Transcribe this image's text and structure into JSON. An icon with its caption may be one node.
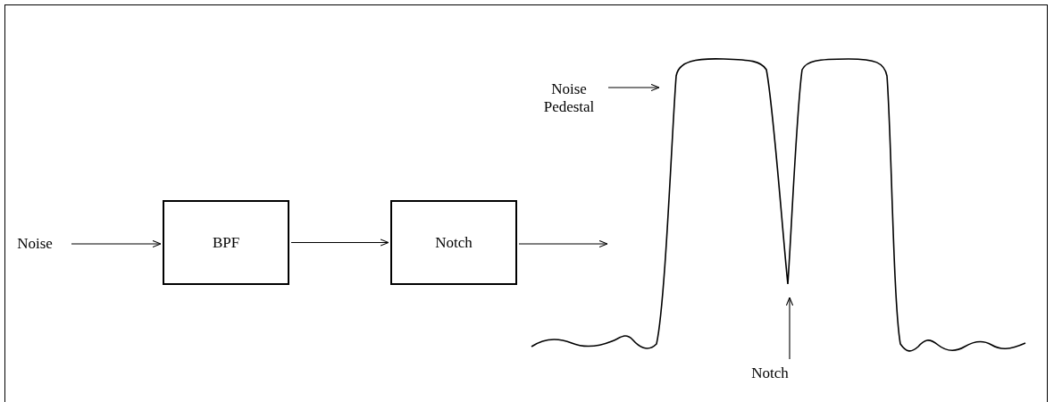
{
  "diagram": {
    "nodes": [
      {
        "text": [
          "Noise"
        ]
      },
      {
        "text": [
          "BPF"
        ]
      },
      {
        "text": [
          "Notch"
        ]
      },
      {
        "text": [
          "Noise Pedestal"
        ]
      },
      {
        "text": [
          "Notch"
        ]
      }
    ],
    "edges": [
      {
        "from": 0,
        "to": 1,
        "arrow": "to"
      },
      {
        "from": 1,
        "to": 2,
        "arrow": "to"
      },
      {
        "from": 2,
        "to": null,
        "arrow": "to"
      },
      {
        "from": 3,
        "to": null,
        "arrow": "to"
      },
      {
        "from": 4,
        "to": null,
        "arrow": "to"
      }
    ]
  }
}
